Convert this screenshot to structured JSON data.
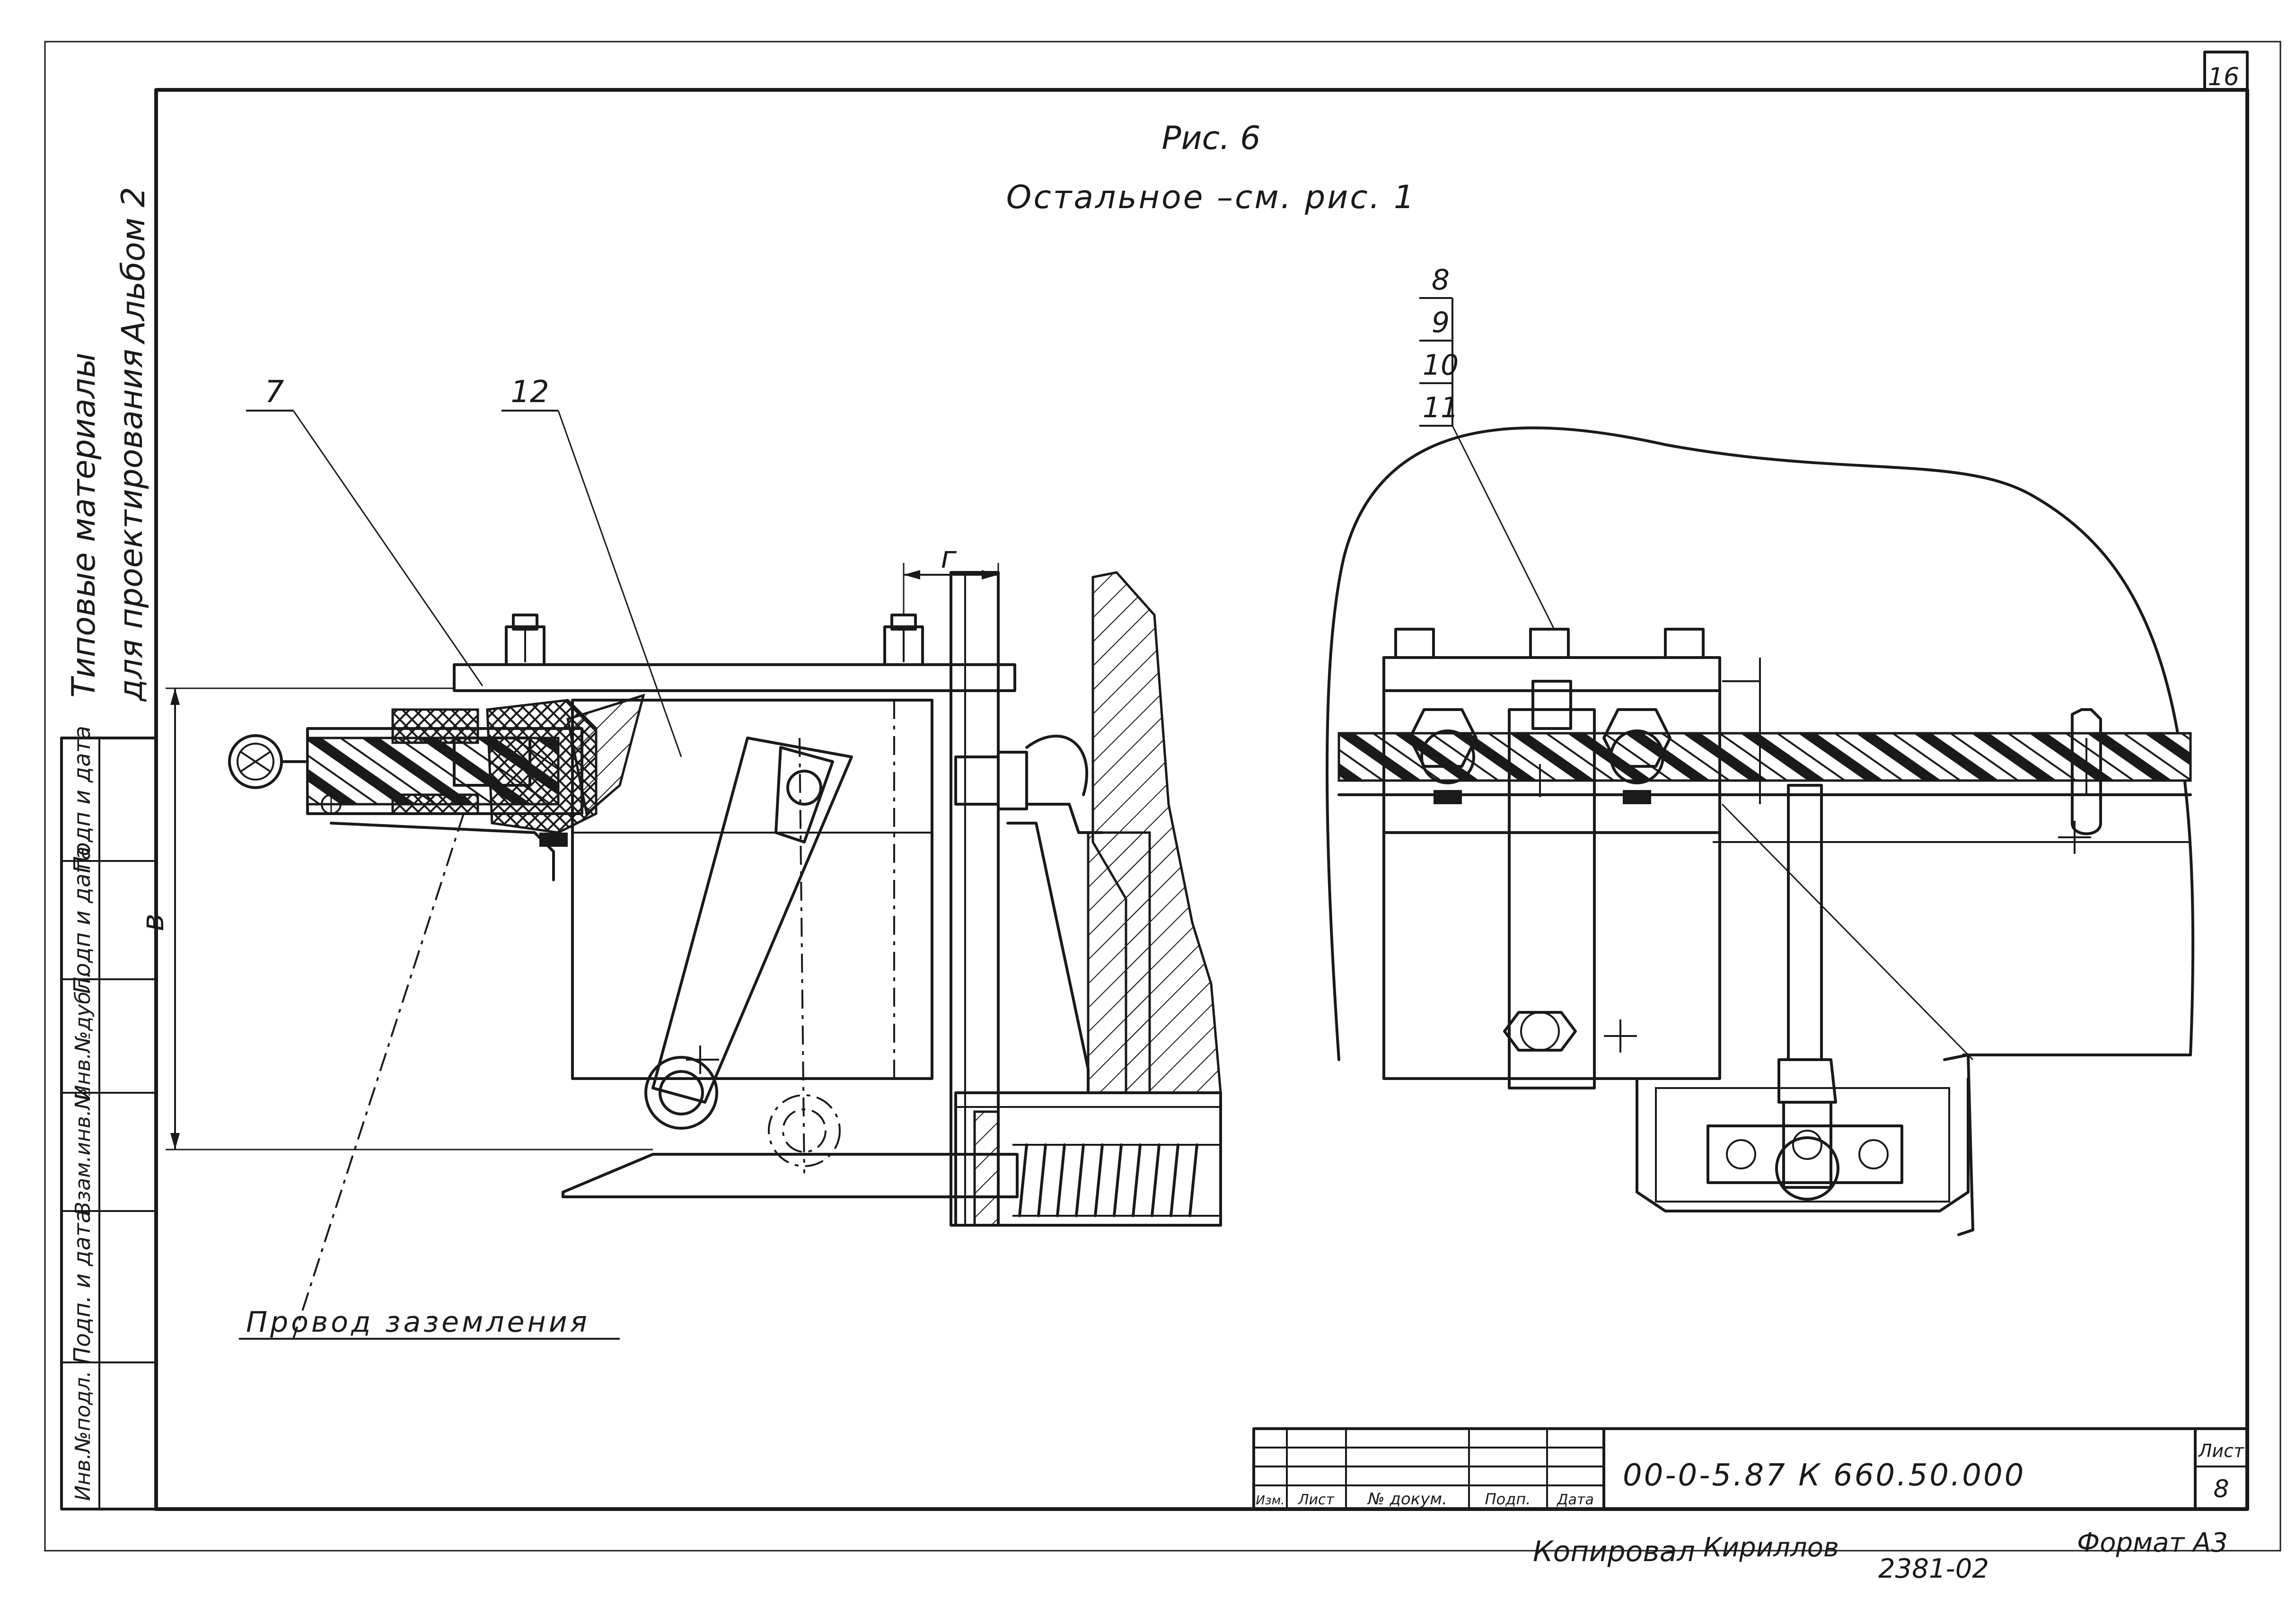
{
  "sheet_number": "16",
  "figure": {
    "title": "Рис. 6",
    "subtitle": "Остальное –см. рис. 1"
  },
  "side_labels": {
    "album": "Альбом 2",
    "series_line1": "Типовые материалы",
    "series_line2": "для проектирования"
  },
  "margin_table": {
    "cells": [
      "Подп и дата",
      "Подп и дата",
      "Инв.№дубл.",
      "Взам.инв.№",
      "Подп. и дата",
      "Инв.№подл."
    ]
  },
  "callouts": {
    "left": [
      "7",
      "12"
    ],
    "right": [
      "8",
      "9",
      "10",
      "11"
    ]
  },
  "dimensions": {
    "horizontal": "г",
    "vertical": "в"
  },
  "annotation": "Провод заземления",
  "title_block": {
    "headers": [
      "Изм.",
      "Лист",
      "№ докум.",
      "Подп.",
      "Дата"
    ],
    "code": "00-0-5.87   К 660.50.000",
    "sheet_label": "Лист",
    "sheet_value": "8"
  },
  "footer": {
    "copied_by": "Копировал",
    "signature": "Кириллов",
    "order_no": "2381-02",
    "format": "Формат А3"
  }
}
